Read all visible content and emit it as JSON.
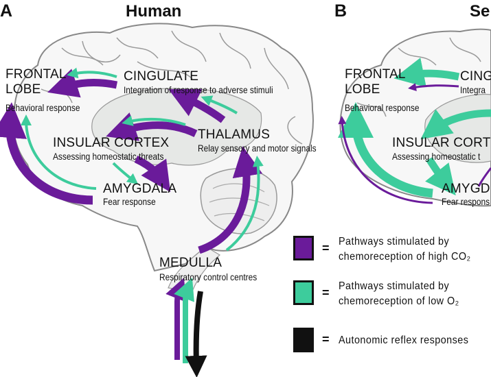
{
  "panel_a": {
    "letter": "A",
    "title": "Human",
    "regions": {
      "frontal_lobe": {
        "name": "FRONTAL\nLOBE",
        "desc": "Behavioral response"
      },
      "cingulate": {
        "name": "CINGULATE",
        "desc": "Integration of response to adverse stimuli"
      },
      "thalamus": {
        "name": "THALAMUS",
        "desc": "Relay sensory and motor signals"
      },
      "insular_cortex": {
        "name": "INSULAR CORTEX",
        "desc": "Assessing homeostatic threats"
      },
      "amygdala": {
        "name": "AMYGDALA",
        "desc": "Fear response"
      },
      "medulla": {
        "name": "MEDULLA",
        "desc": "Respiratory control centres"
      }
    }
  },
  "panel_b": {
    "letter": "B",
    "title": "Se",
    "regions": {
      "frontal_lobe": {
        "name": "FRONTAL\nLOBE",
        "desc": "Behavioral response"
      },
      "cingulate": {
        "name": "CING",
        "desc": "Integra"
      },
      "insular_cortex": {
        "name": "INSULAR CORTE",
        "desc": "Assessing homeostatic t"
      },
      "amygdala": {
        "name": "AMYGD",
        "desc": "Fear respons"
      }
    }
  },
  "legend": {
    "equals": "=",
    "items": [
      {
        "text": "Pathways stimulated by\nchemoreception of high CO₂",
        "color": "#6a1b9a"
      },
      {
        "text": "Pathways stimulated by\nchemoreception of low O₂",
        "color": "#3dcc9c"
      },
      {
        "text": "Autonomic reflex responses",
        "color": "#111111"
      }
    ]
  },
  "colors": {
    "co2": "#6a1b9a",
    "o2": "#3dcc9c",
    "reflex": "#111111",
    "brain_outline": "#888888",
    "brain_fill": "#f7f7f7",
    "limbic_fill": "#e6e8e6"
  }
}
